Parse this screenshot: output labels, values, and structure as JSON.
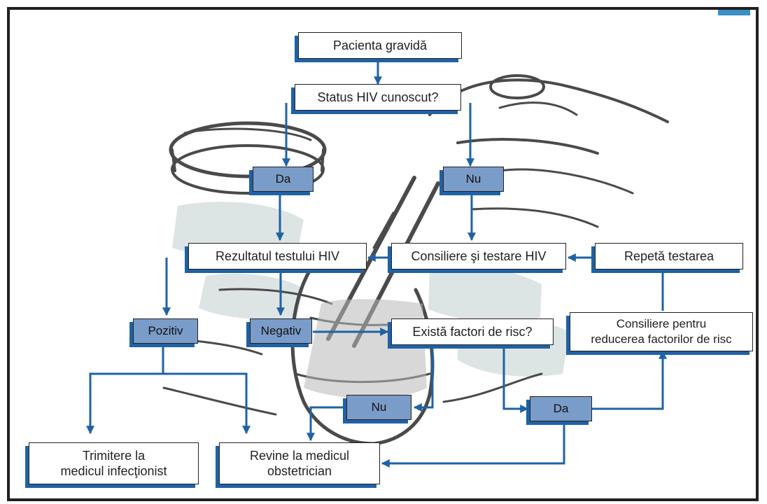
{
  "flowchart": {
    "nodes": {
      "start": "Pacienta gravidă",
      "status_question": "Status HIV cunoscut?",
      "hiv_test_result": "Rezultatul testului HIV",
      "counseling_testing": "Consiliere şi testare HIV",
      "repeat_testing": "Repetă testarea",
      "risk_question": "Există factori de risc?",
      "risk_reduction_counseling": "Consiliere pentru\nreducerea factorilor de risc",
      "refer_infectious": "Trimitere la\nmedicul infecţionist",
      "return_obstetrician": "Revine la medicul\nobstetrician"
    },
    "branches": {
      "status_yes": "Da",
      "status_no": "Nu",
      "result_positive": "Pozitiv",
      "result_negative": "Negativ",
      "risk_no": "Nu",
      "risk_yes": "Da"
    },
    "colors": {
      "arrow": "#1f62a6",
      "branch_fill": "#7a9cc9",
      "node_shadow": "#1f62a6",
      "frame": "#231f20",
      "accent": "#3a8fc4"
    }
  }
}
